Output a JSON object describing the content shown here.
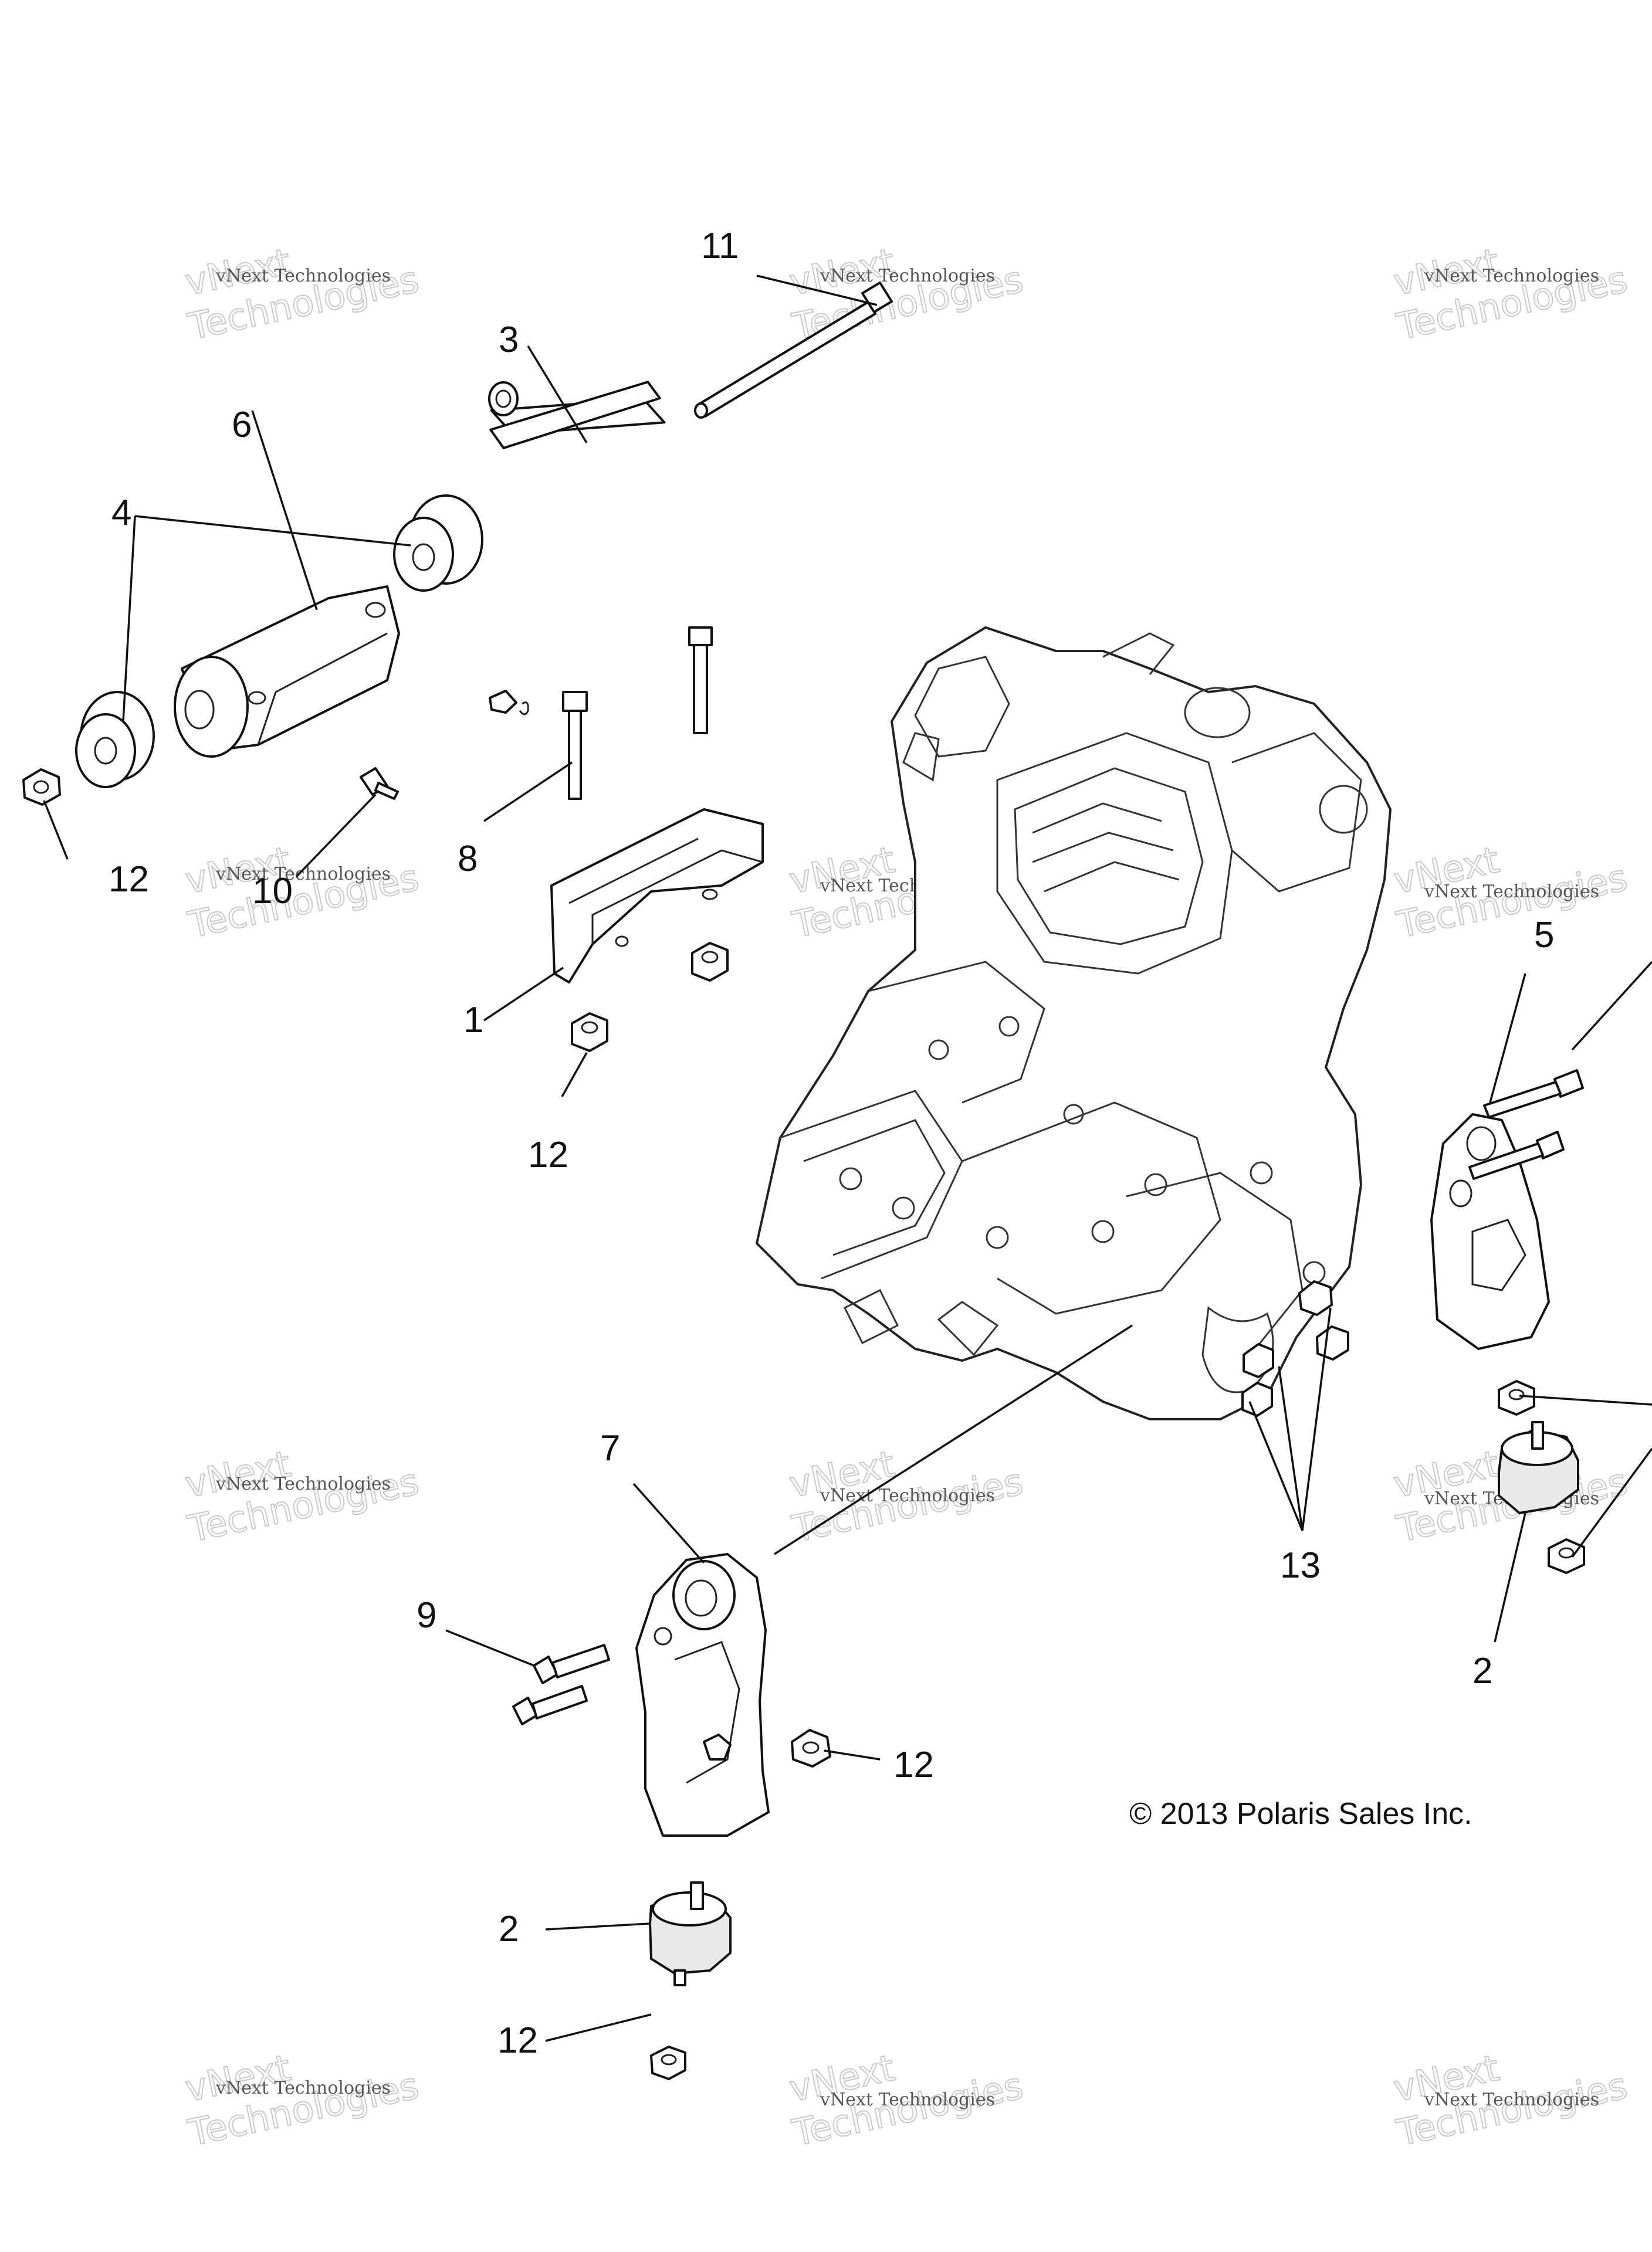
{
  "diagram": {
    "copyright": "© 2013 Polaris Sales Inc.",
    "watermark": {
      "line1": "vNext Technologies",
      "line2": "vNext",
      "line3": "Technologies"
    },
    "callouts": {
      "c1": "1",
      "c2a": "2",
      "c2b": "2",
      "c3": "3",
      "c4": "4",
      "c5": "5",
      "c6": "6",
      "c7": "7",
      "c8": "8",
      "c9": "9",
      "c10": "10",
      "c11": "11",
      "c12a": "12",
      "c12b": "12",
      "c12c": "12",
      "c12d": "12",
      "c13": "13"
    }
  }
}
